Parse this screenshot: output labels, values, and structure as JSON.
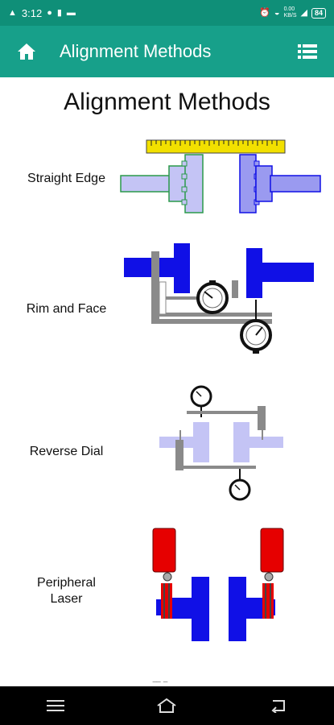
{
  "status_bar": {
    "time": "3:12",
    "speed": "0.00\nKB/S",
    "battery": "84"
  },
  "app_bar": {
    "title": "Alignment Methods"
  },
  "page": {
    "heading": "Alignment Methods",
    "methods": [
      {
        "label": "Straight Edge"
      },
      {
        "label": "Rim and Face"
      },
      {
        "label": "Reverse Dial"
      },
      {
        "label": "Peripheral\nLaser"
      }
    ]
  },
  "colors": {
    "status_bar": "#0f8f78",
    "app_bar": "#17a08a",
    "ruler": "#f2e000",
    "light_blue": "#c4c4f5",
    "blue": "#1010e6",
    "red": "#e60000",
    "gray": "#8a8a8a"
  }
}
